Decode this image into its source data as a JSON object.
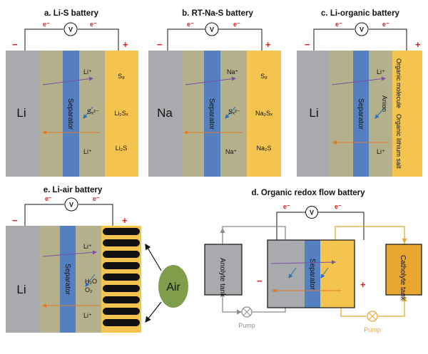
{
  "panels": {
    "a": {
      "title": "a. Li-S battery",
      "anode": "Li",
      "separator": "Separator",
      "ion": "Li⁺",
      "mid_species": "Sₓ²⁻",
      "ion2": "Li⁺",
      "cathode_items": [
        "S₈",
        "Li₂Sₓ",
        "Li₂S"
      ]
    },
    "b": {
      "title": "b. RT-Na-S battery",
      "anode": "Na",
      "separator": "Separator",
      "ion": "Na⁺",
      "mid_species": "Sₓ²⁻",
      "ion2": "Na⁺",
      "cathode_items": [
        "S₈",
        "Na₂Sₓ",
        "Na₂S"
      ]
    },
    "c": {
      "title": "c. Li-organic battery",
      "anode": "Li",
      "separator": "Separator",
      "ion": "Li⁺",
      "mid_species": "Anion",
      "ion2": "Li⁺",
      "cathode_items": [
        "Organic molecule",
        "Organic lithium salt"
      ]
    },
    "e": {
      "title": "e. Li-air battery",
      "anode": "Li",
      "separator": "Separator",
      "ion": "Li⁺",
      "mid_species": "H₂O",
      "mid_species2": "O₂",
      "ion2": "Li⁺",
      "air": "Air"
    },
    "d": {
      "title": "d. Organic redox flow battery",
      "separator": "Separator",
      "anolyte": "Anolyte tank",
      "catholyte": "Catholyte tank",
      "pump": "Pump"
    }
  },
  "circuit": {
    "voltmeter": "V",
    "electron": "e⁻",
    "minus": "−",
    "plus": "+"
  },
  "colors": {
    "anode": "#a9aaad",
    "spacer": "#b5b08c",
    "separator": "#5580bf",
    "cathode": "#f4c44e",
    "air": "#7e9e4c",
    "wire_grey": "#8c8c8c",
    "wire_orange": "#e9a72f",
    "pump_orange": "#e9a72f"
  }
}
